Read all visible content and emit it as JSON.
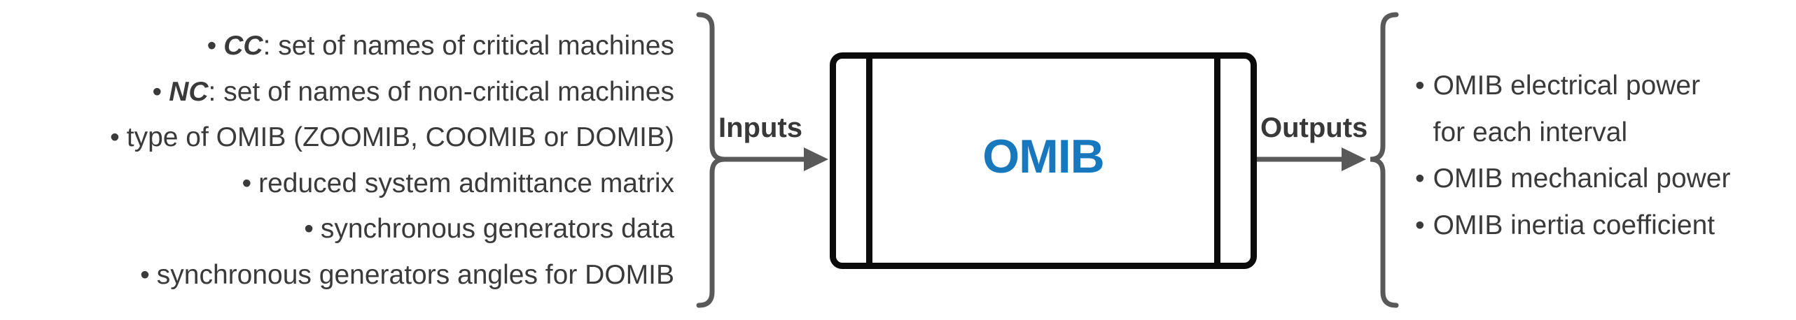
{
  "glyphs": {
    "bullet": "•"
  },
  "colors": {
    "accent_blue": "#1878be",
    "graphic_gray": "#595959",
    "text_dark": "#3a3a3a",
    "box_border": "#0b0b0b"
  },
  "inputs": {
    "label": "Inputs",
    "items": [
      {
        "em": "CC",
        "text": ": set of names of critical machines"
      },
      {
        "em": "NC",
        "text": ": set of names of non-critical machines"
      },
      {
        "em": "",
        "text": "type of OMIB (ZOOMIB, COOMIB or DOMIB)"
      },
      {
        "em": "",
        "text": "reduced system admittance matrix"
      },
      {
        "em": "",
        "text": "synchronous generators data"
      },
      {
        "em": "",
        "text": "synchronous generators angles for DOMIB"
      }
    ]
  },
  "block": {
    "title": "OMIB"
  },
  "outputs": {
    "label": "Outputs",
    "items": [
      {
        "lines": [
          "OMIB electrical power",
          "for each interval"
        ]
      },
      {
        "lines": [
          "OMIB mechanical power"
        ]
      },
      {
        "lines": [
          "OMIB inertia coefficient"
        ]
      }
    ]
  }
}
